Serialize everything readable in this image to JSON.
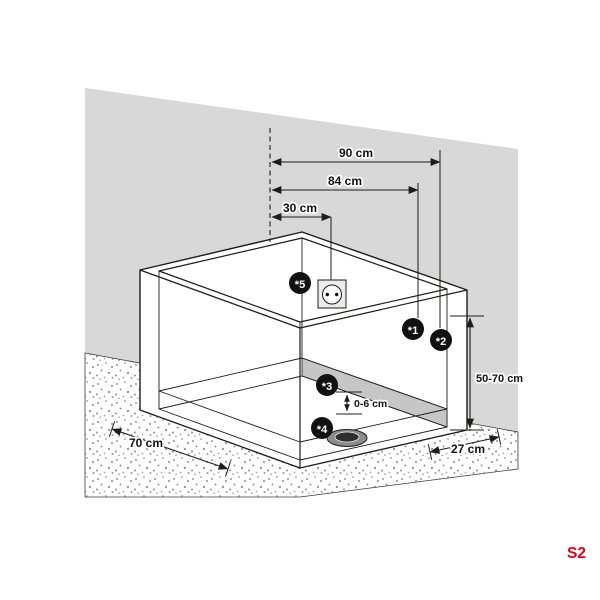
{
  "model_label": "S2",
  "colors": {
    "wall": "#d8d8d8",
    "tray_panel": "#c6c6c6",
    "accent": "#e2001a"
  },
  "dimensions": {
    "top_width": "90 cm",
    "mid_width": "84 cm",
    "outlet_offset": "30 cm",
    "connection_height": "50-70 cm",
    "tray_gap": "0-6 cm",
    "side_depth": "70 cm",
    "side_clearance": "27 cm"
  },
  "markers": [
    {
      "label": "*1"
    },
    {
      "label": "*2"
    },
    {
      "label": "*3"
    },
    {
      "label": "*4"
    },
    {
      "label": "*5"
    }
  ],
  "icons": {
    "power_outlet": "socket-circle-with-two-pin-holes"
  }
}
